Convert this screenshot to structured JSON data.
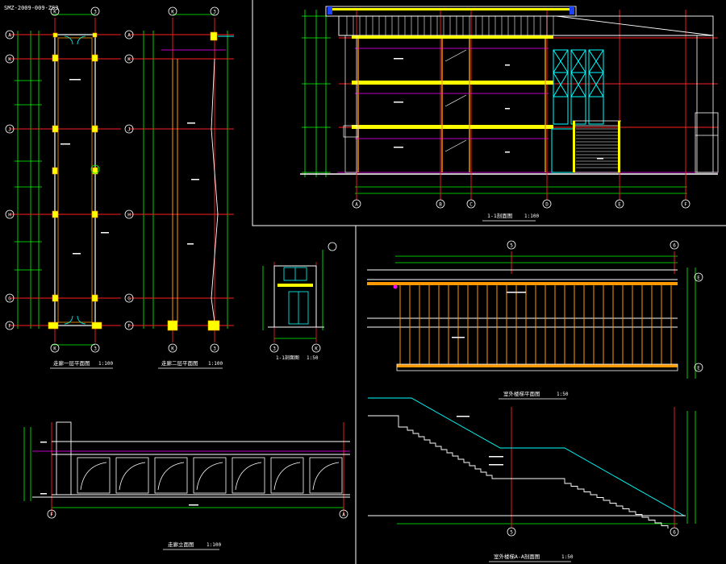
{
  "header": {
    "drawing_code": "SMZ-2009-009-ZS3"
  },
  "colors": {
    "background": "#000000",
    "line_white": "#ffffff",
    "line_yellow": "#ffff00",
    "line_red": "#ff2020",
    "line_green": "#00ff00",
    "line_cyan": "#00ffff",
    "line_magenta": "#ff00ff",
    "line_orange": "#ff9a00",
    "line_blue": "#1e40ff"
  },
  "panels": {
    "plan1": {
      "title": "走廊一层平面图",
      "scale": "1:100",
      "grid_top": [
        "K",
        "3"
      ],
      "grid_bottom": [
        "K",
        "3"
      ],
      "grid_left": [
        "A",
        "K",
        "J",
        "H",
        "G",
        "F"
      ]
    },
    "plan2": {
      "title": "走廊二层平面图",
      "scale": "1:100",
      "grid_top": [
        "K",
        "3"
      ],
      "grid_bottom": [
        "K",
        "3"
      ],
      "grid_left": [
        "A",
        "K",
        "J",
        "H",
        "G",
        "F"
      ]
    },
    "section_small": {
      "title": "1-1剖面图",
      "scale": "1:50",
      "grid_bottom": [
        "3",
        "K"
      ]
    },
    "elev_top": {
      "title": "1-1剖面图",
      "scale": "1:100",
      "grid_bottom": [
        "A",
        "B",
        "C",
        "D",
        "E",
        "F"
      ]
    },
    "stair_plan": {
      "title": "室外楼梯平面图",
      "scale": "1:50",
      "grid_top": [
        "5",
        "6"
      ],
      "grid_right": [
        "E",
        "E"
      ]
    },
    "stair_section": {
      "title": "室外楼梯A-A剖面图",
      "scale": "1:50",
      "grid_bottom": [
        "5",
        "6"
      ]
    },
    "elev_bottom": {
      "title": "走廊立面图",
      "scale": "1:100",
      "grid_bottom": [
        "F",
        "A"
      ]
    }
  }
}
